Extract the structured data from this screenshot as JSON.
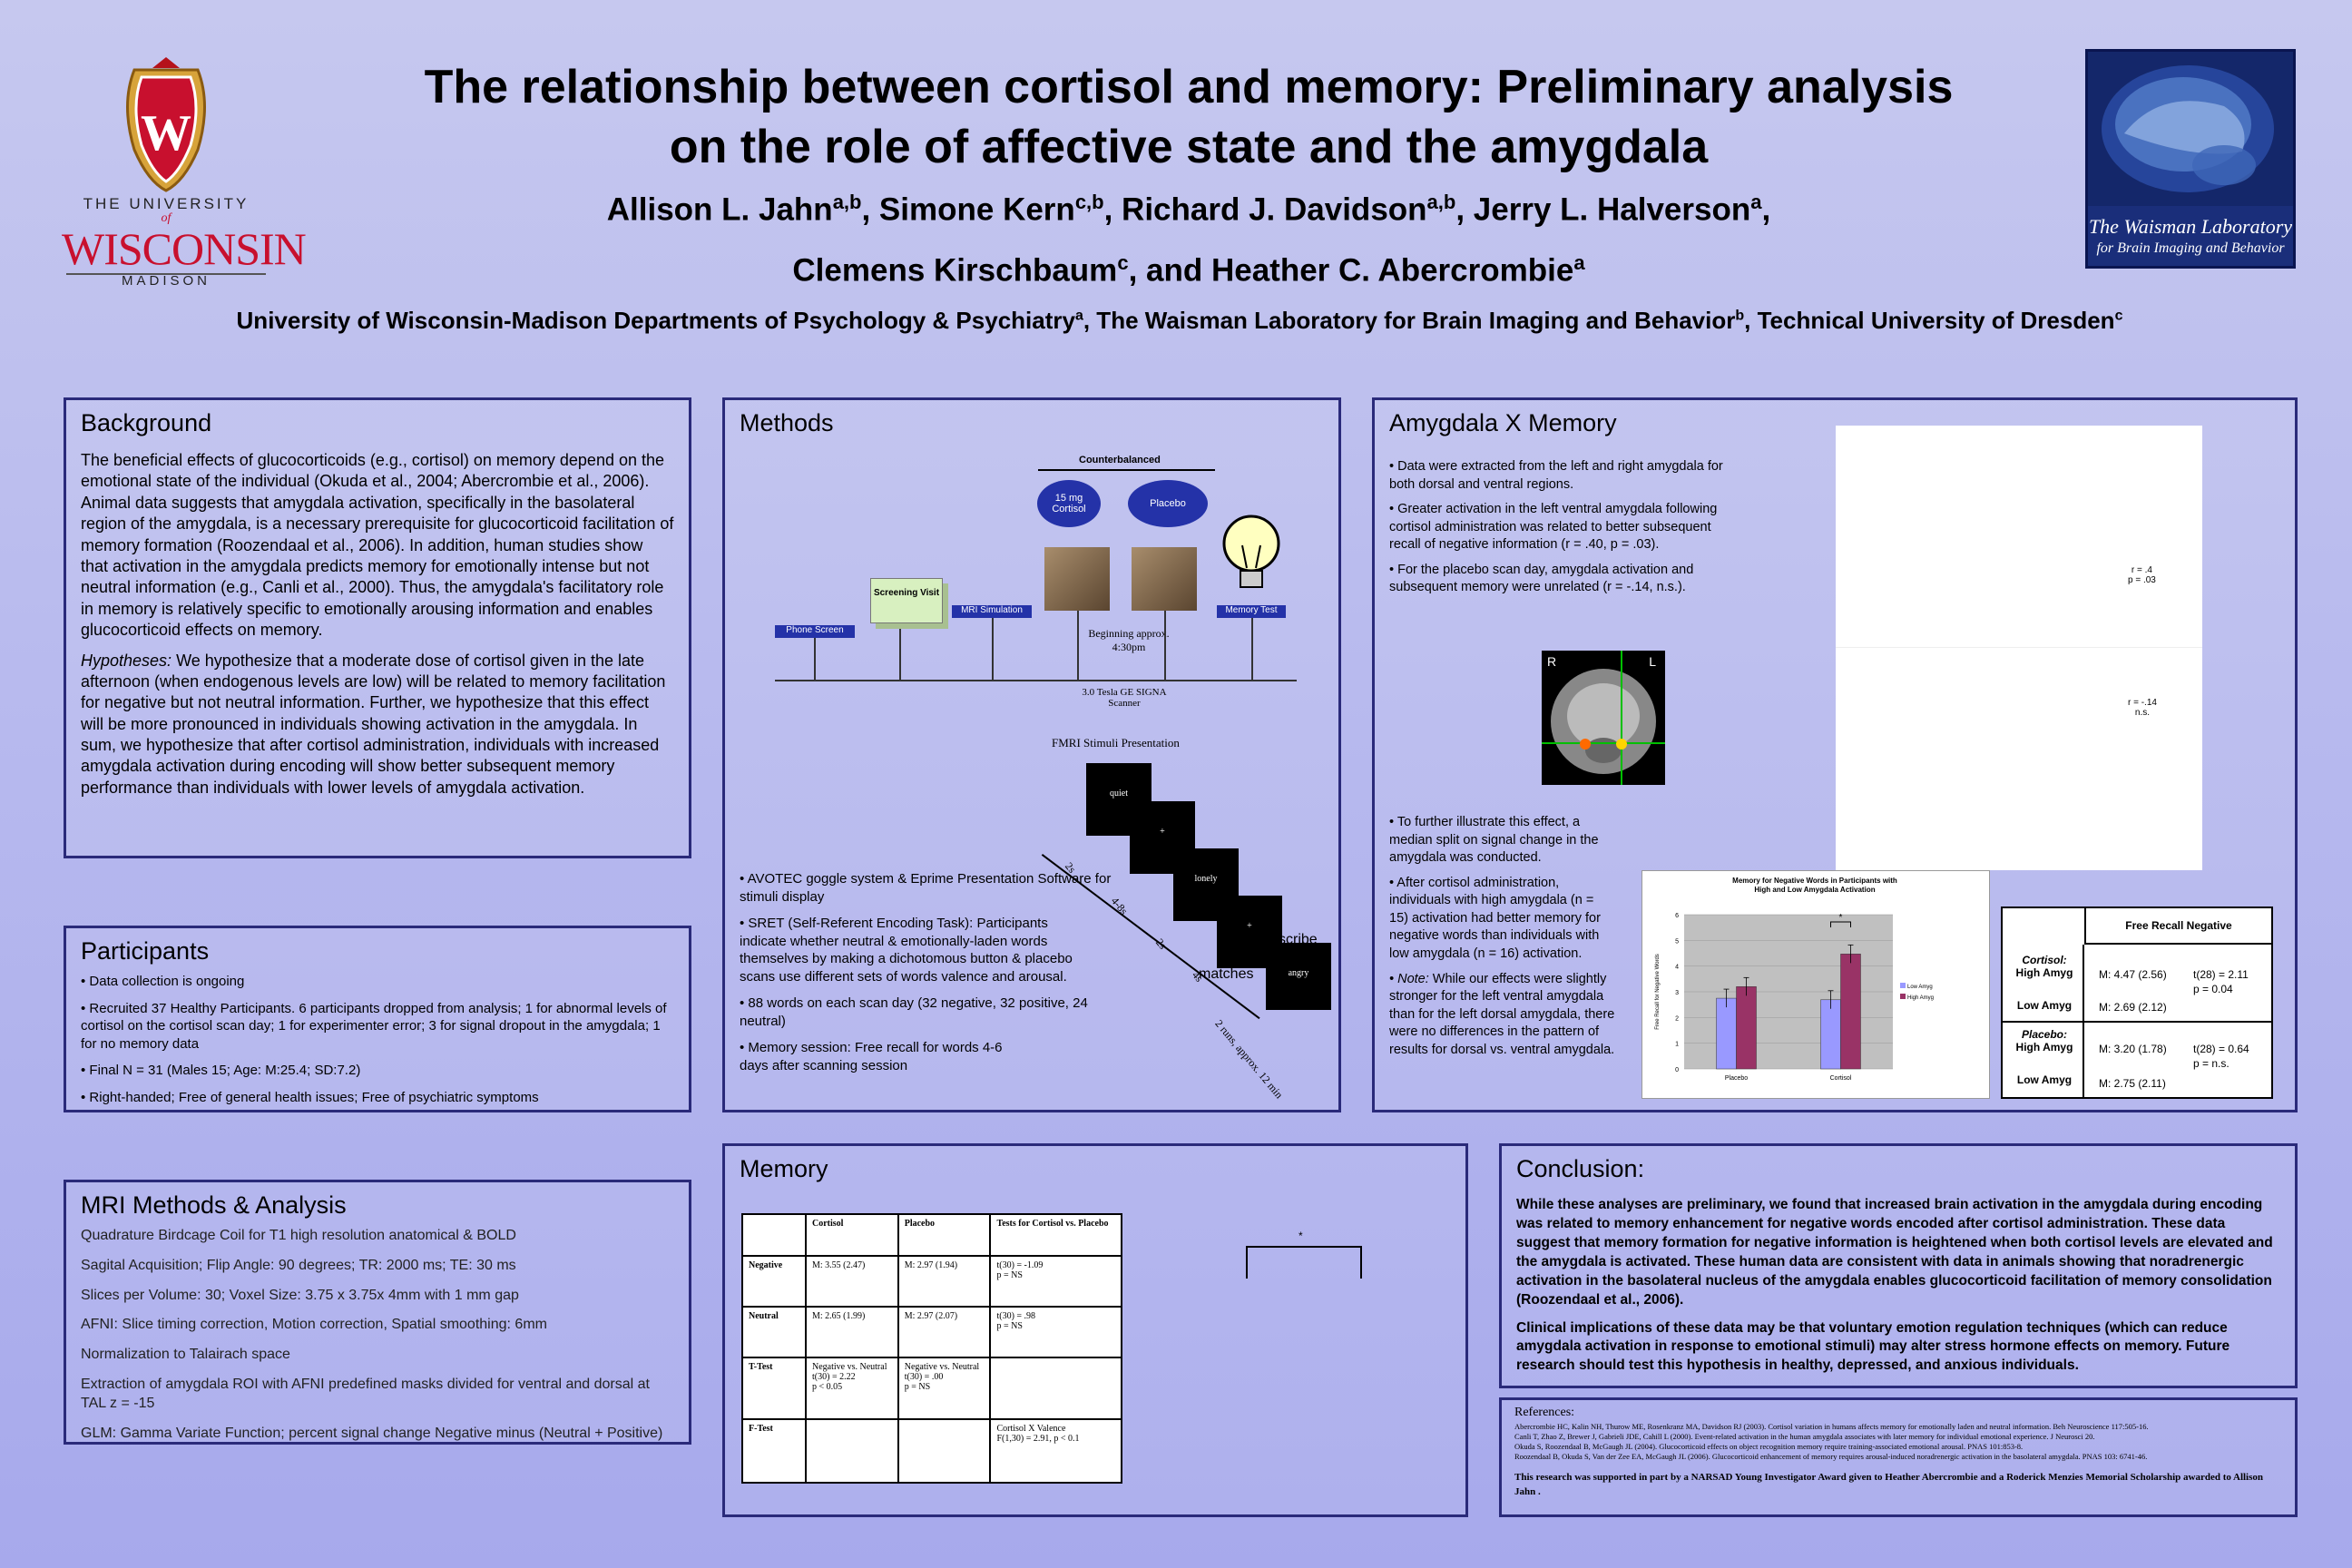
{
  "header": {
    "title_line1": "The relationship between cortisol and memory: Preliminary analysis",
    "title_line2": "on the role of affective state and the amygdala",
    "authors1": [
      "Allison L. Jahn",
      "a,b",
      ", Simone Kern",
      "c,b",
      ", Richard J. Davidson",
      "a,b",
      ", Jerry L. Halverson",
      "a",
      ","
    ],
    "authors2": [
      "Clemens Kirschbaum",
      "c",
      ", and Heather C. Abercrombie",
      "a"
    ],
    "affiliations": [
      "University of Wisconsin-Madison Departments of Psychology & Psychiatry",
      "a",
      ", The Waisman Laboratory for Brain Imaging and Behavior",
      "b",
      ", Technical University of Dresden",
      "c"
    ],
    "uw_logo": {
      "line1": "THE UNIVERSITY",
      "line2": "of",
      "line3": "WISCONSIN",
      "line4": "MADISON",
      "shield_letter": "W"
    },
    "waisman_logo": {
      "line1": "The Waisman Laboratory",
      "line2": "for Brain Imaging and Behavior"
    }
  },
  "background": {
    "title": "Background",
    "p1": "The beneficial effects of glucocorticoids (e.g., cortisol) on memory depend on the emotional state of the individual (Okuda et al., 2004; Abercrombie et al., 2006). Animal data suggests that amygdala activation, specifically in the basolateral region of the amygdala, is a necessary prerequisite for glucocorticoid facilitation of memory formation (Roozendaal et al., 2006). In addition, human studies show that activation in the amygdala predicts memory for emotionally intense but not neutral information (e.g., Canli et al., 2000). Thus, the amygdala's facilitatory role in memory is relatively specific to emotionally arousing information and enables glucocorticoid effects on memory.",
    "hyp_label": "Hypotheses:",
    "p2": " We hypothesize that a moderate dose of cortisol given in the late afternoon (when endogenous levels are low) will be related to memory facilitation for negative but not neutral information. Further, we hypothesize that this effect will be more pronounced in individuals showing activation in the amygdala. In sum, we hypothesize that after cortisol administration, individuals with increased amygdala activation during encoding will show better subsequent memory performance than individuals with lower levels of amygdala activation."
  },
  "participants": {
    "title": "Participants",
    "items": [
      "• Data collection is ongoing",
      "• Recruited 37 Healthy Participants. 6 participants dropped from analysis; 1 for abnormal levels of cortisol on the cortisol scan day; 1 for experimenter error; 3 for signal dropout in the amygdala; 1 for no memory data",
      "• Final N = 31 (Males 15; Age: M:25.4; SD:7.2)",
      "• Right-handed; Free of general health issues; Free of psychiatric symptoms"
    ]
  },
  "mri": {
    "title": "MRI Methods & Analysis",
    "items": [
      "Quadrature Birdcage Coil for T1 high resolution anatomical & BOLD",
      "Sagital Acquisition; Flip Angle: 90 degrees; TR: 2000 ms; TE: 30 ms",
      "Slices per Volume: 30; Voxel Size: 3.75 x 3.75x 4mm with 1 mm gap",
      "AFNI: Slice timing correction, Motion correction, Spatial smoothing: 6mm",
      "Normalization to Talairach space",
      "Extraction of amygdala ROI with AFNI predefined masks divided for ventral and dorsal at TAL z = -15",
      "GLM: Gamma Variate Function; percent signal change Negative minus (Neutral + Positive) word trials"
    ]
  },
  "methods": {
    "title": "Methods",
    "counterbalanced": "Counterbalanced",
    "cortisol_oval": "15 mg Cortisol",
    "placebo_oval": "Placebo",
    "phone": "Phone Screen",
    "screening": "Screening Visit",
    "mri_sim": "MRI Simulation",
    "memory_test": "Memory Test",
    "beginning": "Beginning approx. 4:30pm",
    "scanner": "3.0 Tesla GE SIGNA Scanner",
    "fmri_label": "FMRI Stimuli Presentation",
    "words": [
      "quiet",
      "+",
      "lonely",
      "+",
      "angry"
    ],
    "timing": [
      "2s",
      "4-8s",
      "2s",
      "4s"
    ],
    "total": "2 runs, approx. 12 min",
    "describe": "scribe",
    "matches": "matches",
    "bullets": [
      "• AVOTEC goggle system & Eprime Presentation Software for stimuli display",
      "• SRET (Self-Referent Encoding Task): Participants indicate whether neutral & emotionally-laden words themselves by making a dichotomous button & placebo scans use different sets of words valence and arousal.",
      "• 88 words on each scan day (32 negative, 32 positive, 24 neutral)",
      "• Memory session: Free recall for words 4-6 days after scanning session"
    ]
  },
  "amygdala": {
    "title": "Amygdala X Memory",
    "bullets1": [
      "• Data were extracted from the left and right amygdala for both dorsal and ventral regions.",
      "• Greater activation in the left ventral amygdala following cortisol administration was related to better subsequent recall of negative information      (r = .40, p = .03).",
      "• For the placebo scan day, amygdala activation and subsequent memory were unrelated (r = -.14, n.s.)."
    ],
    "brain_r": "R",
    "brain_l": "L",
    "scatter1": "r = .4\np = .03",
    "scatter2": "r = -.14\nn.s.",
    "bullets2": [
      "• To further illustrate this effect, a median split on signal change in the amygdala was conducted.",
      "• After cortisol administration, individuals with high amygdala (n = 15) activation had better memory for negative words than individuals with low amygdala (n = 16) activation."
    ],
    "note_label": "• Note:",
    "note_text": " While our effects were slightly stronger for the left ventral amygdala than for the left dorsal amygdala, there were no differences in the pattern of results for dorsal vs. ventral amygdala.",
    "recall_table": {
      "header": "Free Recall Negative",
      "rows": [
        {
          "group": "Cortisol:",
          "label": "High Amyg",
          "value": "M: 4.47 (2.56)",
          "stat": "t(28) = 2.11"
        },
        {
          "group": "",
          "label": "",
          "value": "",
          "stat": "p = 0.04"
        },
        {
          "group": "",
          "label": "Low Amyg",
          "value": "M: 2.69 (2.12)",
          "stat": ""
        },
        {
          "group": "Placebo:",
          "label": "High Amyg",
          "value": "M: 3.20 (1.78)",
          "stat": "t(28) = 0.64"
        },
        {
          "group": "",
          "label": "",
          "value": "",
          "stat": "p = n.s."
        },
        {
          "group": "",
          "label": "Low Amyg",
          "value": "M: 2.75 (2.11)",
          "stat": ""
        }
      ]
    }
  },
  "chart_data": {
    "type": "bar",
    "title": "Memory for Negative Words in Participants with High and Low Amygdala Activation",
    "categories": [
      "Placebo",
      "Cortisol"
    ],
    "series": [
      {
        "name": "Low Amyg",
        "values": [
          2.75,
          2.69
        ],
        "color": "#9999ff"
      },
      {
        "name": "High Amyg",
        "values": [
          3.2,
          4.47
        ],
        "color": "#993366"
      }
    ],
    "ylim": [
      0,
      6
    ],
    "yticks": [
      "0",
      "1",
      "2",
      "3",
      "4",
      "5",
      "6"
    ],
    "ylabel": "Free Recall for Negative Words",
    "annotation": "*"
  },
  "memory": {
    "title": "Memory",
    "headers": [
      "",
      "Cortisol",
      "Placebo",
      "Tests for Cortisol vs. Placebo"
    ],
    "rows": [
      [
        "Negative",
        "M: 3.55 (2.47)",
        "M: 2.97 (1.94)",
        "t(30) = -1.09\np = NS"
      ],
      [
        "Neutral",
        "M: 2.65 (1.99)",
        "M: 2.97 (2.07)",
        "t(30) = .98\np = NS"
      ],
      [
        "T-Test",
        "Negative vs. Neutral\nt(30) = 2.22\np < 0.05",
        "Negative vs. Neutral\nt(30) = .00\np = NS",
        ""
      ],
      [
        "F-Test",
        "",
        "",
        "Cortisol X Valence\nF(1,30) = 2.91, p < 0.1"
      ]
    ],
    "sig": "*"
  },
  "conclusion": {
    "title": "Conclusion:",
    "p1": "While these analyses are preliminary, we found that increased brain activation in the amygdala during encoding was related to memory enhancement for negative words encoded after cortisol administration. These data suggest that memory formation for negative information is heightened when both cortisol levels are elevated and the amygdala is activated.  These human data are consistent with data in animals showing that noradrenergic activation in the basolateral nucleus of the amygdala enables glucocorticoid facilitation of memory consolidation (Roozendaal et al., 2006).",
    "p2": "Clinical implications of these data may be that voluntary emotion regulation techniques (which can reduce amygdala activation in response to emotional stimuli) may alter stress hormone effects on memory. Future research should test this hypothesis in healthy, depressed, and anxious individuals."
  },
  "references": {
    "title": "References:",
    "items": [
      "Abercrombie HC, Kalin NH, Thurow ME, Rosenkranz MA, Davidson RJ (2003). Cortisol variation in humans affects memory for emotionally laden and neutral information. Beh Neuroscience 117:505-16.",
      "Canli T, Zhao Z, Brewer J, Gabrieli JDE, Cahill L (2000). Event-related activation in the human amygdala associates with later memory for individual emotional experience. J Neurosci 20.",
      "Okuda S, Roozendaal B, McGaugh JL (2004). Glucocorticoid effects on object recognition memory require training-associated emotional arousal. PNAS 101:853-8.",
      "Roozendaal B, Okuda S, Van der Zee EA, McGaugh JL (2006). Glucocorticoid enhancement of memory requires arousal-induced noradrenergic activation in the basolateral amygdala. PNAS 103: 6741-46."
    ],
    "funding": "This research was supported in part by a NARSAD Young Investigator Award given to Heather Abercrombie and a Roderick Menzies Memorial Scholarship awarded to Allison Jahn ."
  }
}
